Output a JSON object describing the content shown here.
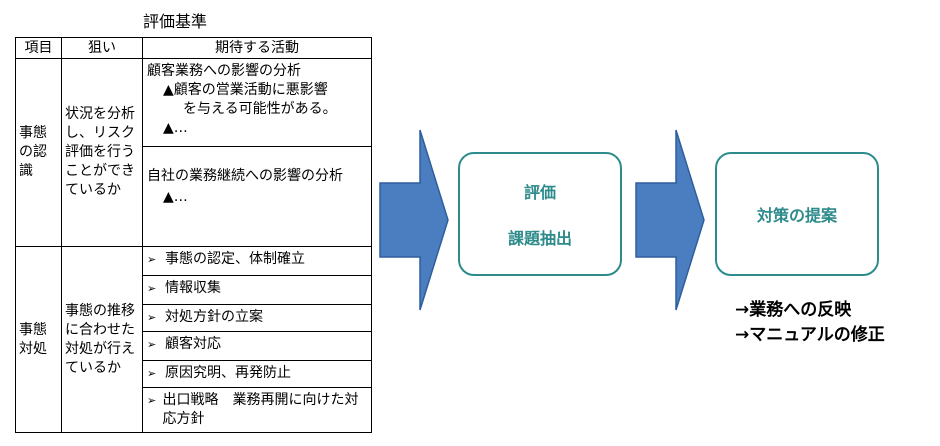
{
  "title": "評価基準",
  "table": {
    "headers": [
      "項目",
      "狙い",
      "期待する活動"
    ],
    "recognition": {
      "item": "事態の認識",
      "aim": "状況を分析し、リスク評価を行うことができているか",
      "act1_title": "顧客業務への影響の分析",
      "act1_sub1": "▲顧客の営業活動に悪影響",
      "act1_sub1b": "を与える可能性がある。",
      "act1_sub2": "▲…",
      "act2_title": "自社の業務継続への影響の分析",
      "act2_sub": "▲…"
    },
    "response": {
      "item": "事態対処",
      "aim": "事態の推移に合わせた対処が行えているか",
      "marker": "➢",
      "acts": [
        "事態の認定、体制確立",
        "情報収集",
        "対処方針の立案",
        "顧客対応",
        "原因究明、再発防止",
        "出口戦略　業務再開に向けた対応方針"
      ]
    }
  },
  "flow": {
    "box1_line1": "評価",
    "box1_line2": "課題抽出",
    "box2": "対策の提案",
    "reflect1": "→業務への反映",
    "reflect2": "→マニュアルの修正"
  }
}
